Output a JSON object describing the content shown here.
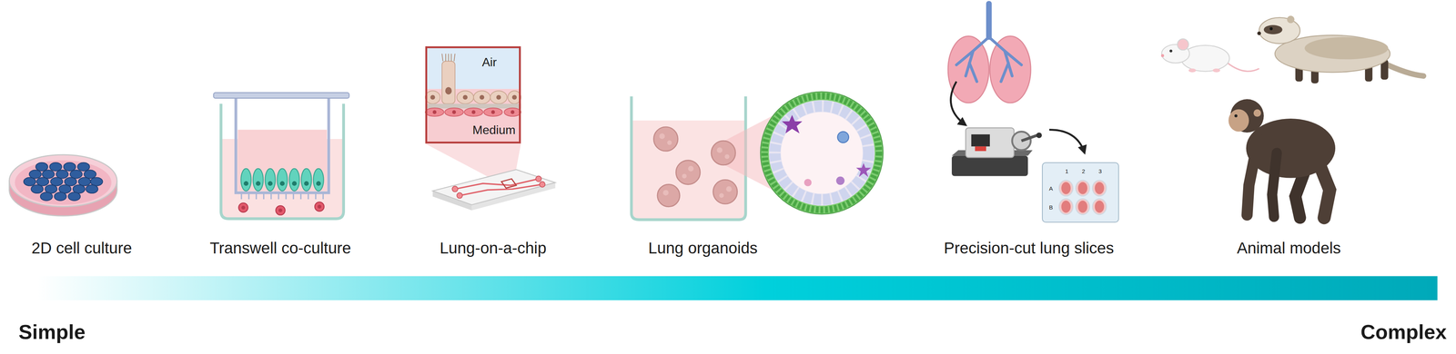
{
  "diagram": {
    "nodes": [
      {
        "text": [
          "Air",
          "Medium"
        ]
      },
      {
        "text": [
          "1",
          "2",
          "3",
          "A",
          "B"
        ]
      }
    ],
    "labels": [
      "2D cell culture",
      "Transwell co-culture",
      "Lung-on-a-chip",
      "Lung organoids",
      "Precision-cut lung slices",
      "Animal models",
      "Simple",
      "Complex"
    ]
  }
}
